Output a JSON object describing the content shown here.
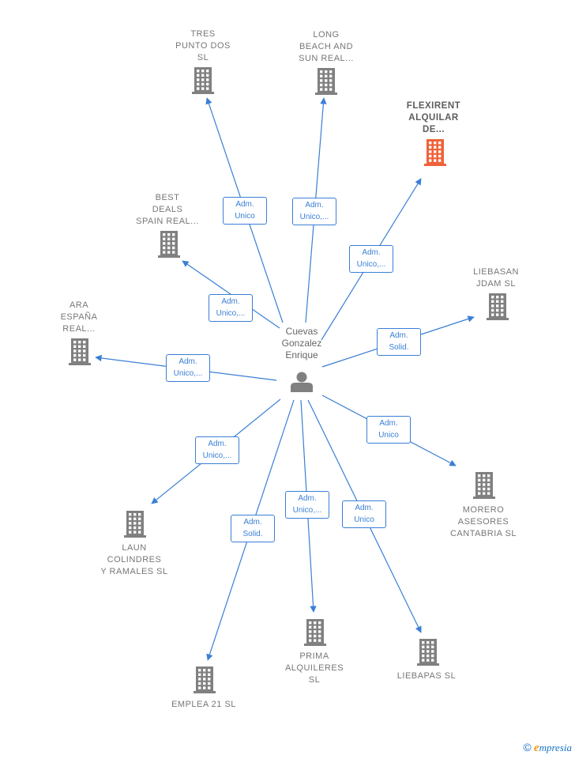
{
  "colors": {
    "edge": "#3a7fd5",
    "building": "#808080",
    "highlight": "#f0623a",
    "person": "#808080"
  },
  "center": {
    "name": "Cuevas\nGonzalez\nEnrique",
    "icon": "person-icon"
  },
  "companies": [
    {
      "id": "tres-punto-dos",
      "label": "TRES\nPUNTO DOS\nSL"
    },
    {
      "id": "long-beach",
      "label": "LONG\nBEACH AND\nSUN REAL..."
    },
    {
      "id": "flexirent",
      "label": "FLEXIRENT\nALQUILAR\nDE...",
      "highlight": true
    },
    {
      "id": "best-deals",
      "label": "BEST\nDEALS\nSPAIN REAL..."
    },
    {
      "id": "liebasan",
      "label": "LIEBASAN\nJDAM  SL"
    },
    {
      "id": "ara-espana",
      "label": "ARA\nESPAÑA\nREAL..."
    },
    {
      "id": "morero",
      "label": "MORERO\nASESORES\nCANTABRIA  SL"
    },
    {
      "id": "laun",
      "label": "LAUN\nCOLINDRES\nY RAMALES  SL"
    },
    {
      "id": "emplea",
      "label": "EMPLEA 21  SL"
    },
    {
      "id": "prima",
      "label": "PRIMA\nALQUILERES\nSL"
    },
    {
      "id": "liebapas",
      "label": "LIEBAPAS SL"
    }
  ],
  "relations": [
    {
      "to": "tres-punto-dos",
      "role": "Adm.\nUnico"
    },
    {
      "to": "long-beach",
      "role": "Adm.\nUnico,..."
    },
    {
      "to": "flexirent",
      "role": "Adm.\nUnico,..."
    },
    {
      "to": "best-deals",
      "role": "Adm.\nUnico,..."
    },
    {
      "to": "liebasan",
      "role": "Adm.\nSolid."
    },
    {
      "to": "ara-espana",
      "role": "Adm.\nUnico,..."
    },
    {
      "to": "morero",
      "role": "Adm.\nUnico"
    },
    {
      "to": "laun",
      "role": "Adm.\nUnico,..."
    },
    {
      "to": "emplea",
      "role": "Adm.\nSolid."
    },
    {
      "to": "prima",
      "role": "Adm.\nUnico,..."
    },
    {
      "to": "liebapas",
      "role": "Adm.\nUnico"
    }
  ],
  "brand": {
    "copyright": "©",
    "initial": "e",
    "name": "mpresia"
  }
}
